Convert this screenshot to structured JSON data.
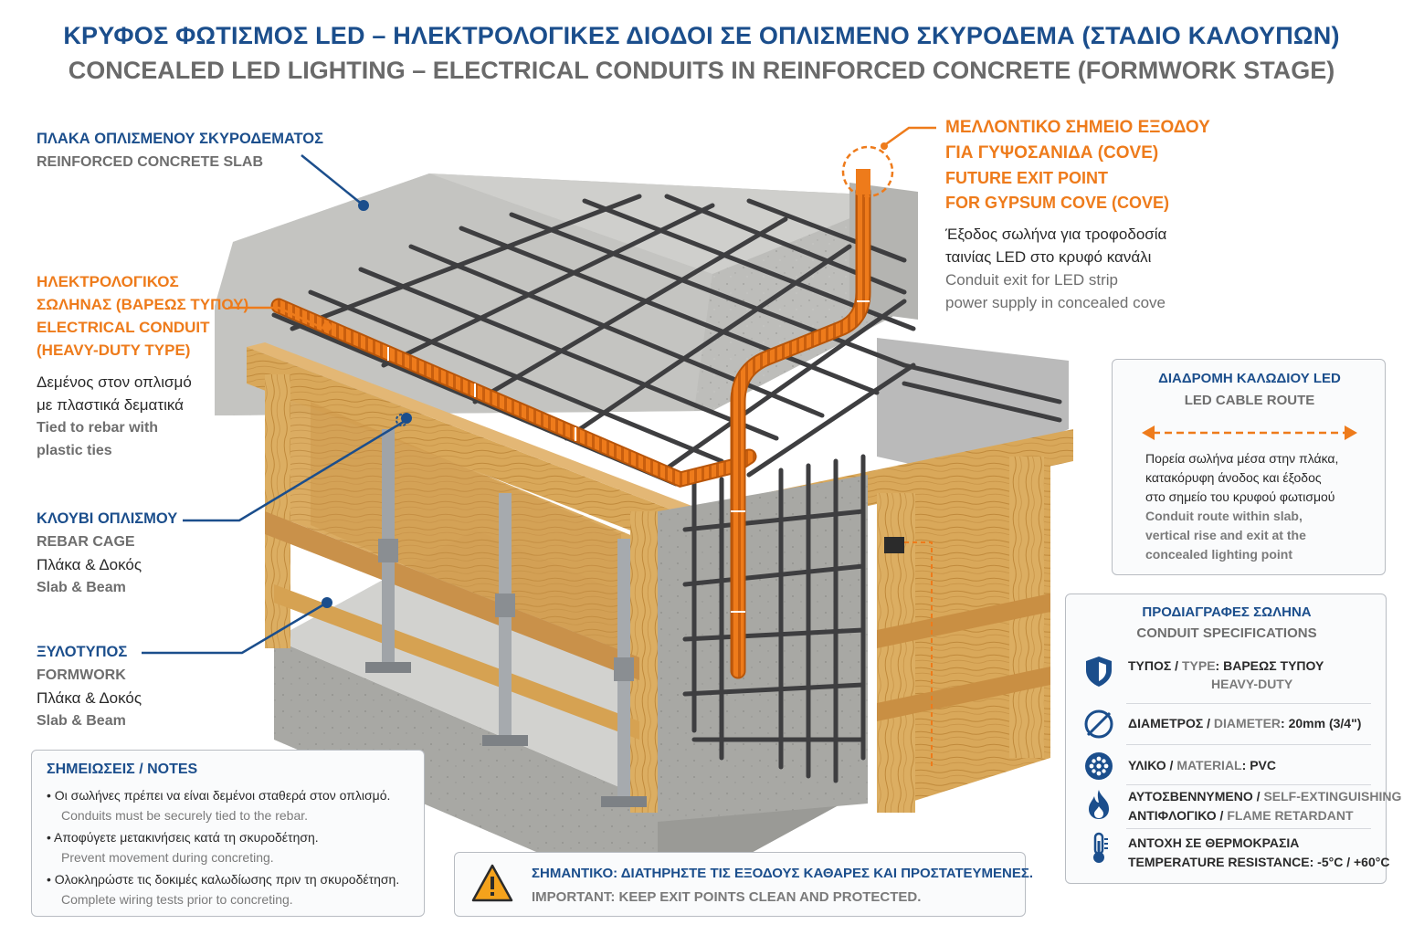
{
  "title": {
    "greek": "ΚΡΥΦΟΣ ΦΩΤΙΣΜΟΣ LED – ΗΛΕΚΤΡΟΛΟΓΙΚΕΣ ΔΙΟΔΟΙ ΣΕ ΟΠΛΙΣΜΕΝΟ ΣΚΥΡΟΔΕΜΑ (ΣΤΑΔΙΟ ΚΑΛΟΥΠΩΝ)",
    "english": "CONCEALED LED LIGHTING – ELECTRICAL CONDUITS IN REINFORCED CONCRETE (FORMWORK STAGE)"
  },
  "labels": {
    "slab": {
      "greek": "ΠΛΑΚΑ ΟΠΛΙΣΜΕΝΟΥ ΣΚΥΡΟΔΕΜΑΤΟΣ",
      "english": "REINFORCED CONCRETE SLAB"
    },
    "conduit": {
      "greek_1": "ΗΛΕΚΤΡΟΛΟΓΙΚΟΣ",
      "greek_2": "ΣΩΛΗΝΑΣ (ΒΑΡΕΩΣ ΤΥΠΟΥ)",
      "english_1": "ELECTRICAL CONDUIT",
      "english_2": "(HEAVY-DUTY TYPE)",
      "desc_gr_1": "Δεμένος στον οπλισμό",
      "desc_gr_2": "με πλαστικά δεματικά",
      "desc_en_1": "Tied to rebar with",
      "desc_en_2": "plastic ties"
    },
    "cage": {
      "greek": "ΚΛΟΥΒΙ ΟΠΛΙΣΜΟΥ",
      "english": "REBAR CAGE",
      "sub_gr": "Πλάκα & Δοκός",
      "sub_en": "Slab & Beam"
    },
    "formwork": {
      "greek": "ΞΥΛΟΤΥΠΟΣ",
      "english": "FORMWORK",
      "sub_gr": "Πλάκα & Δοκός",
      "sub_en": "Slab & Beam"
    },
    "exit": {
      "greek_1": "ΜΕΛΛΟΝΤΙΚΟ ΣΗΜΕΙΟ ΕΞΟΔΟΥ",
      "greek_2": "ΓΙΑ ΓΥΨΟΣΑΝΙΔΑ (COVE)",
      "english_1": "FUTURE EXIT POINT",
      "english_2": "FOR GYPSUM COVE (COVE)",
      "desc_gr_1": "Έξοδος σωλήνα για τροφοδοσία",
      "desc_gr_2": "ταινίας LED στο κρυφό κανάλι",
      "desc_en_1": "Conduit exit for LED strip",
      "desc_en_2": "power supply in concealed cove"
    }
  },
  "route_box": {
    "title_gr": "ΔΙΑΔΡΟΜΗ ΚΑΛΩΔΙΟΥ LED",
    "title_en": "LED CABLE ROUTE",
    "desc_gr_1": "Πορεία σωλήνα μέσα στην πλάκα,",
    "desc_gr_2": "κατακόρυφη άνοδος και έξοδος",
    "desc_gr_3": "στο σημείο του κρυφού φωτισμού",
    "desc_en_1": "Conduit route within slab,",
    "desc_en_2": "vertical rise and exit at the",
    "desc_en_3": "concealed lighting point"
  },
  "spec_box": {
    "title_gr": "ΠΡΟΔΙΑΓΡΑΦΕΣ ΣΩΛΗΝΑ",
    "title_en": "CONDUIT SPECIFICATIONS",
    "rows": [
      {
        "icon": "shield-icon",
        "gr": "ΤΥΠΟΣ",
        "en": "TYPE",
        "value": "ΒΑΡΕΩΣ ΤΥΠΟΥ",
        "value2": "HEAVY-DUTY"
      },
      {
        "icon": "diameter-icon",
        "gr": "ΔΙΑΜΕΤΡΟΣ",
        "en": "DIAMETER",
        "value": "20mm (3/4\")"
      },
      {
        "icon": "material-icon",
        "gr": "ΥΛΙΚΟ",
        "en": "MATERIAL",
        "value": "PVC"
      },
      {
        "icon": "flame-icon",
        "gr": "ΑΥΤΟΣΒΕΝΝΥΜΕΝΟ",
        "en": "SELF-EXTINGUISHING",
        "gr2": "ΑΝΤΙΦΛΟΓΙΚΟ",
        "en2": "FLAME RETARDANT"
      },
      {
        "icon": "thermometer-icon",
        "gr": "ΑΝΤΟΧΗ ΣΕ ΘΕΡΜΟΚΡΑΣΙΑ",
        "en": "TEMPERATURE RESISTANCE",
        "value": "-5°C / +60°C"
      }
    ]
  },
  "notes": {
    "title": "ΣΗΜΕΙΩΣΕΙΣ / NOTES",
    "items": [
      {
        "gr": "Οι σωλήνες πρέπει να είναι δεμένοι σταθερά στον οπλισμό.",
        "en": "Conduits must be securely tied to the rebar."
      },
      {
        "gr": "Αποφύγετε μετακινήσεις κατά τη σκυροδέτηση.",
        "en": "Prevent movement during concreting."
      },
      {
        "gr": "Ολοκληρώστε τις δοκιμές καλωδίωσης πριν τη σκυροδέτηση.",
        "en": "Complete wiring tests prior to concreting."
      }
    ]
  },
  "warning": {
    "gr": "ΣΗΜΑΝΤΙΚΟ: ΔΙΑΤΗΡΗΣΤΕ ΤΙΣ ΕΞΟΔΟΥΣ ΚΑΘΑΡΕΣ ΚΑΙ ΠΡΟΣΤΑΤΕΥΜΕΝΕΣ.",
    "en": "IMPORTANT: KEEP EXIT POINTS CLEAN AND PROTECTED."
  },
  "colors": {
    "blue": "#1b4e8c",
    "orange": "#ee7b1b",
    "grey": "#6e6e6e",
    "concrete": "#b9b9b6",
    "wood": "#d9a85a",
    "steel": "#4a4a4c"
  }
}
